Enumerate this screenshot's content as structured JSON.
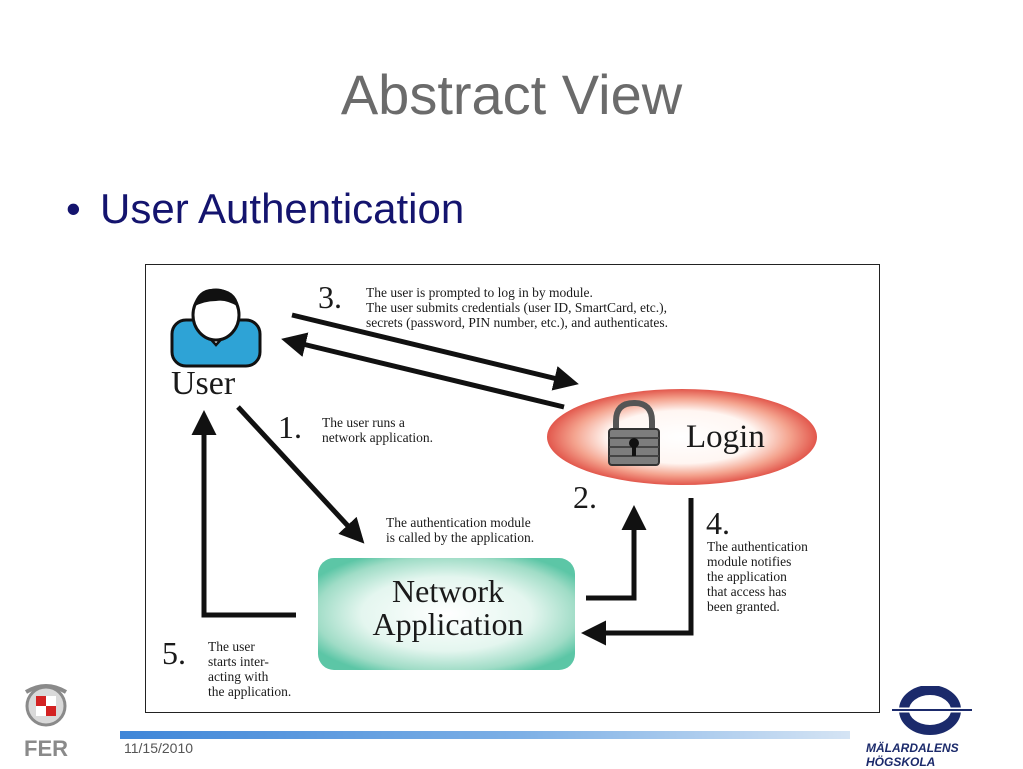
{
  "slide": {
    "title": "Abstract View",
    "bullet": "User Authentication",
    "date": "11/15/2010"
  },
  "diagram": {
    "user_label": "User",
    "login_label": "Login",
    "network_app_label": "Network\nApplication",
    "steps": [
      {
        "num": "1.",
        "text": "The user runs a\nnetwork application."
      },
      {
        "num": "2.",
        "text": "The authentication module\nis called by the application."
      },
      {
        "num": "3.",
        "text": "The user is prompted to log in by module.\nThe user submits credentials (user ID, SmartCard, etc.),\nsecrets (password, PIN number, etc.), and authenticates."
      },
      {
        "num": "4.",
        "text": "The authentication\nmodule notifies\nthe application\nthat access has\nbeen granted."
      },
      {
        "num": "5.",
        "text": "The user\nstarts inter-\nacting with\nthe application."
      }
    ]
  },
  "logos": {
    "left": "FER",
    "right": "MÄLARDALENS HÖGSKOLA"
  },
  "colors": {
    "title": "#6b6b6b",
    "bullet": "#14146e",
    "user_icon": "#2ea3d6",
    "login_ellipse": "#e2574c",
    "network_box": "#5cc6a6"
  }
}
